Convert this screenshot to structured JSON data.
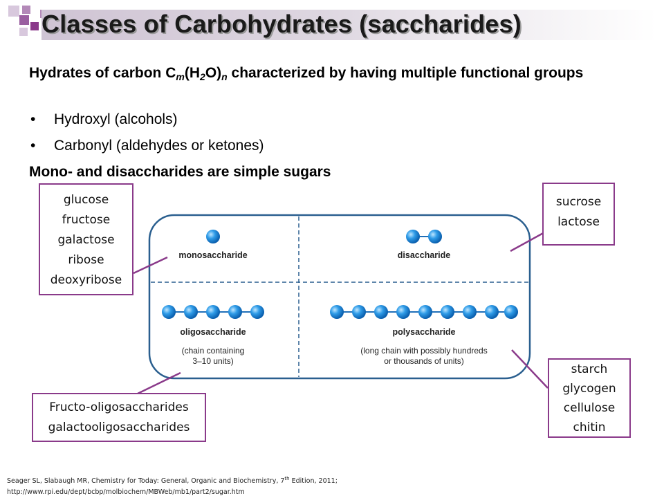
{
  "slide": {
    "title": "Classes of Carbohydrates (saccharides)",
    "intro": {
      "prefix": "Hydrates of carbon C",
      "sub_m": "m",
      "mid_open": "(H",
      "sub_2": "2",
      "mid_close": "O)",
      "sub_n": "n",
      "suffix": " characterized by having multiple functional groups"
    },
    "bullets": [
      "Hydroxyl (alcohols)",
      "Carbonyl (aldehydes or ketones)"
    ],
    "note": "Mono- and disaccharides are simple sugars"
  },
  "diagram": {
    "cells": {
      "mono": "monosaccharide",
      "di": "disaccharide",
      "oligo": "oligosaccharide",
      "oligo_desc": [
        "(chain containing",
        "3–10 units)"
      ],
      "poly": "polysaccharide",
      "poly_desc": [
        "(long chain with possibly hundreds",
        "or thousands of units)"
      ]
    },
    "bead_color": "#2f9ce8"
  },
  "callouts": {
    "mono_examples": [
      "glucose",
      "fructose",
      "galactose",
      "ribose",
      "deoxyribose"
    ],
    "di_examples": [
      "sucrose",
      "lactose"
    ],
    "oligo_examples": [
      "Fructo-oligosaccharides",
      "galactooligosaccharides"
    ],
    "poly_examples": [
      "starch",
      "glycogen",
      "cellulose",
      "chitin"
    ]
  },
  "citation": {
    "line1_a": "Seager SL, Slabaugh MR, Chemistry for Today: General, Organic and Biochemistry, 7",
    "line1_sup": "th",
    "line1_b": " Edition, 2011;",
    "line2": "http://www.rpi.edu/dept/bcbp/molbiochem/MBWeb/mb1/part2/sugar.htm"
  },
  "colors": {
    "accent_purple": "#8a3a8a",
    "diagram_border": "#2a5f8f"
  }
}
